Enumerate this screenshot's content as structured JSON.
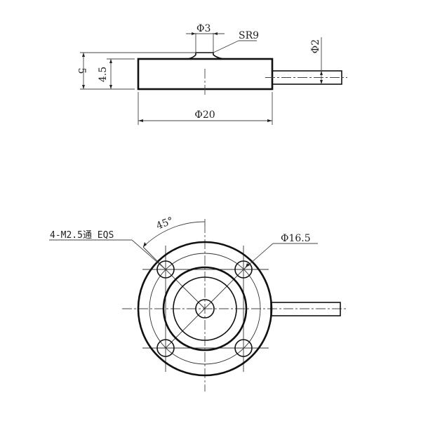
{
  "drawing": {
    "top_view": {
      "dims": {
        "button_diameter": "Φ3",
        "sphere_radius": "SR9",
        "cable_diameter": "Φ2",
        "total_height": "5",
        "body_height": "4.5",
        "body_diameter": "Φ20"
      }
    },
    "bottom_view": {
      "dims": {
        "thread_callout": "4-M2.5通 EQS",
        "angle": "45°",
        "bolt_circle_diameter": "Φ16.5"
      }
    },
    "colors": {
      "line": "#111111",
      "background": "#ffffff"
    }
  }
}
